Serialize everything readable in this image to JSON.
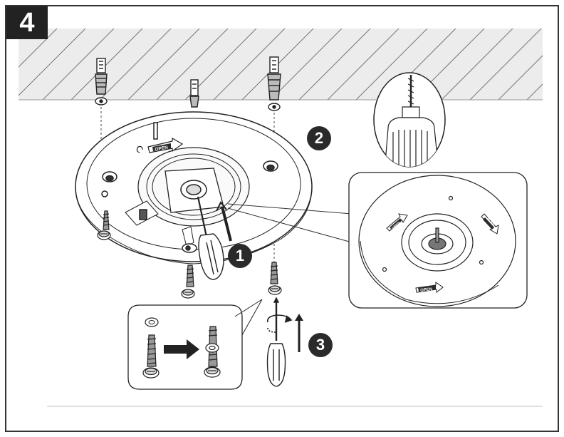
{
  "step": {
    "number": "4"
  },
  "callouts": {
    "one": "1",
    "two": "2",
    "three": "3"
  },
  "arrow_labels": {
    "open_main_left": "OPEN",
    "open_detail_left": "OPEN",
    "open_detail_right": "OPEN",
    "open_detail_bottom": "OPEN"
  },
  "colors": {
    "ink": "#222222",
    "frame": "#333333",
    "shade": "#e6e6e6",
    "label_fill": "#2a2a2a"
  }
}
